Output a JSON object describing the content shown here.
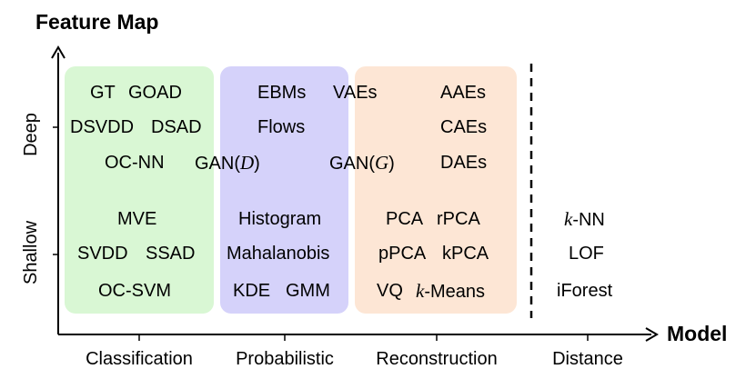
{
  "title_y": "Feature Map",
  "title_x": "Model",
  "y_labels": {
    "deep": "Deep",
    "shallow": "Shallow"
  },
  "x_labels": {
    "classification": "Classification",
    "probabilistic": "Probabilistic",
    "reconstruction": "Reconstruction",
    "distance": "Distance"
  },
  "colors": {
    "classification_box": "#d9f7d4",
    "probabilistic_box": "#d5d2fa",
    "reconstruction_box": "#fde6d5",
    "axis": "#000000"
  },
  "methods": {
    "gt": "GT",
    "goad": "GOAD",
    "dsvdd": "DSVDD",
    "dsad": "DSAD",
    "ocnn": "OC-NN",
    "gan_d_prefix": "GAN(",
    "gan_d_var": "D",
    "gan_d_suffix": ")",
    "mve": "MVE",
    "svdd": "SVDD",
    "ssad": "SSAD",
    "ocsvm": "OC-SVM",
    "ebms": "EBMs",
    "flows": "Flows",
    "vaes": "VAEs",
    "gan_g_prefix": "GAN(",
    "gan_g_var": "G",
    "gan_g_suffix": ")",
    "histogram": "Histogram",
    "mahalanobis": "Mahalanobis",
    "kde": "KDE",
    "gmm": "GMM",
    "aaes": "AAEs",
    "caes": "CAEs",
    "daes": "DAEs",
    "pca": "PCA",
    "rpca": "rPCA",
    "ppca": "pPCA",
    "kpca": "kPCA",
    "vq": "VQ",
    "kmeans_var": "k",
    "kmeans_suffix": "-Means",
    "knn_var": "k",
    "knn_suffix": "-NN",
    "lof": "LOF",
    "iforest": "iForest"
  }
}
